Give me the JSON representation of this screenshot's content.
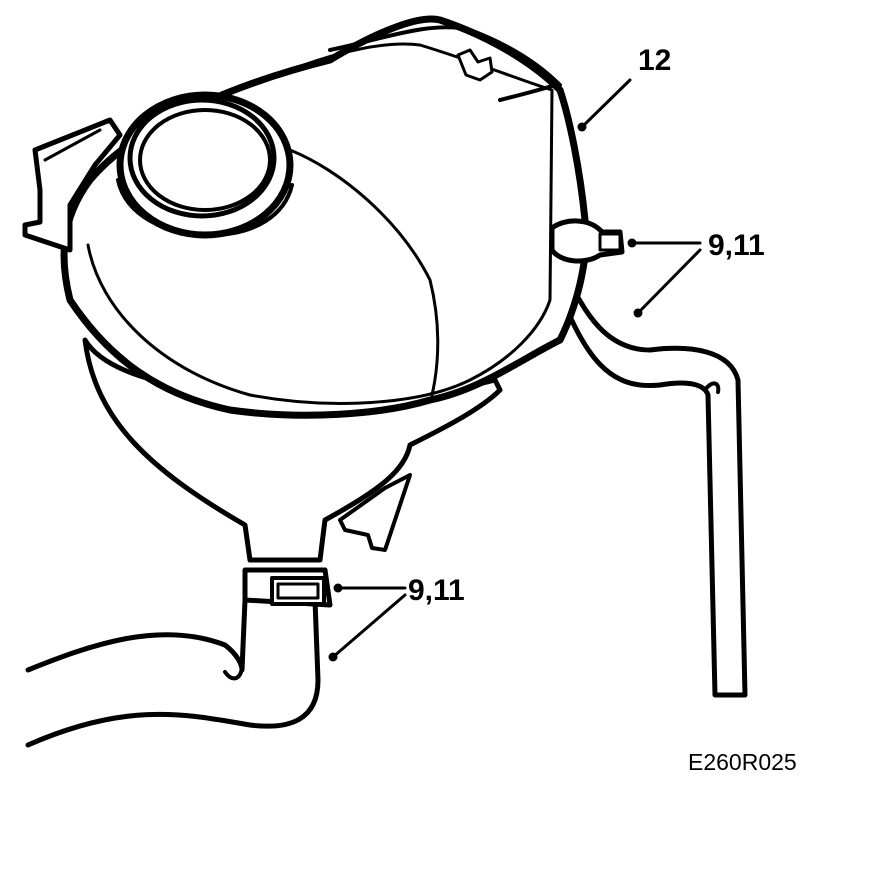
{
  "diagram": {
    "callouts": [
      {
        "id": "tank",
        "label": "12"
      },
      {
        "id": "upper-hose-clamp",
        "label": "9,11"
      },
      {
        "id": "lower-hose-clamp",
        "label": "9,11"
      }
    ],
    "figure_reference": "E260R025",
    "colors": {
      "ink": "#000000",
      "background": "#ffffff"
    }
  }
}
